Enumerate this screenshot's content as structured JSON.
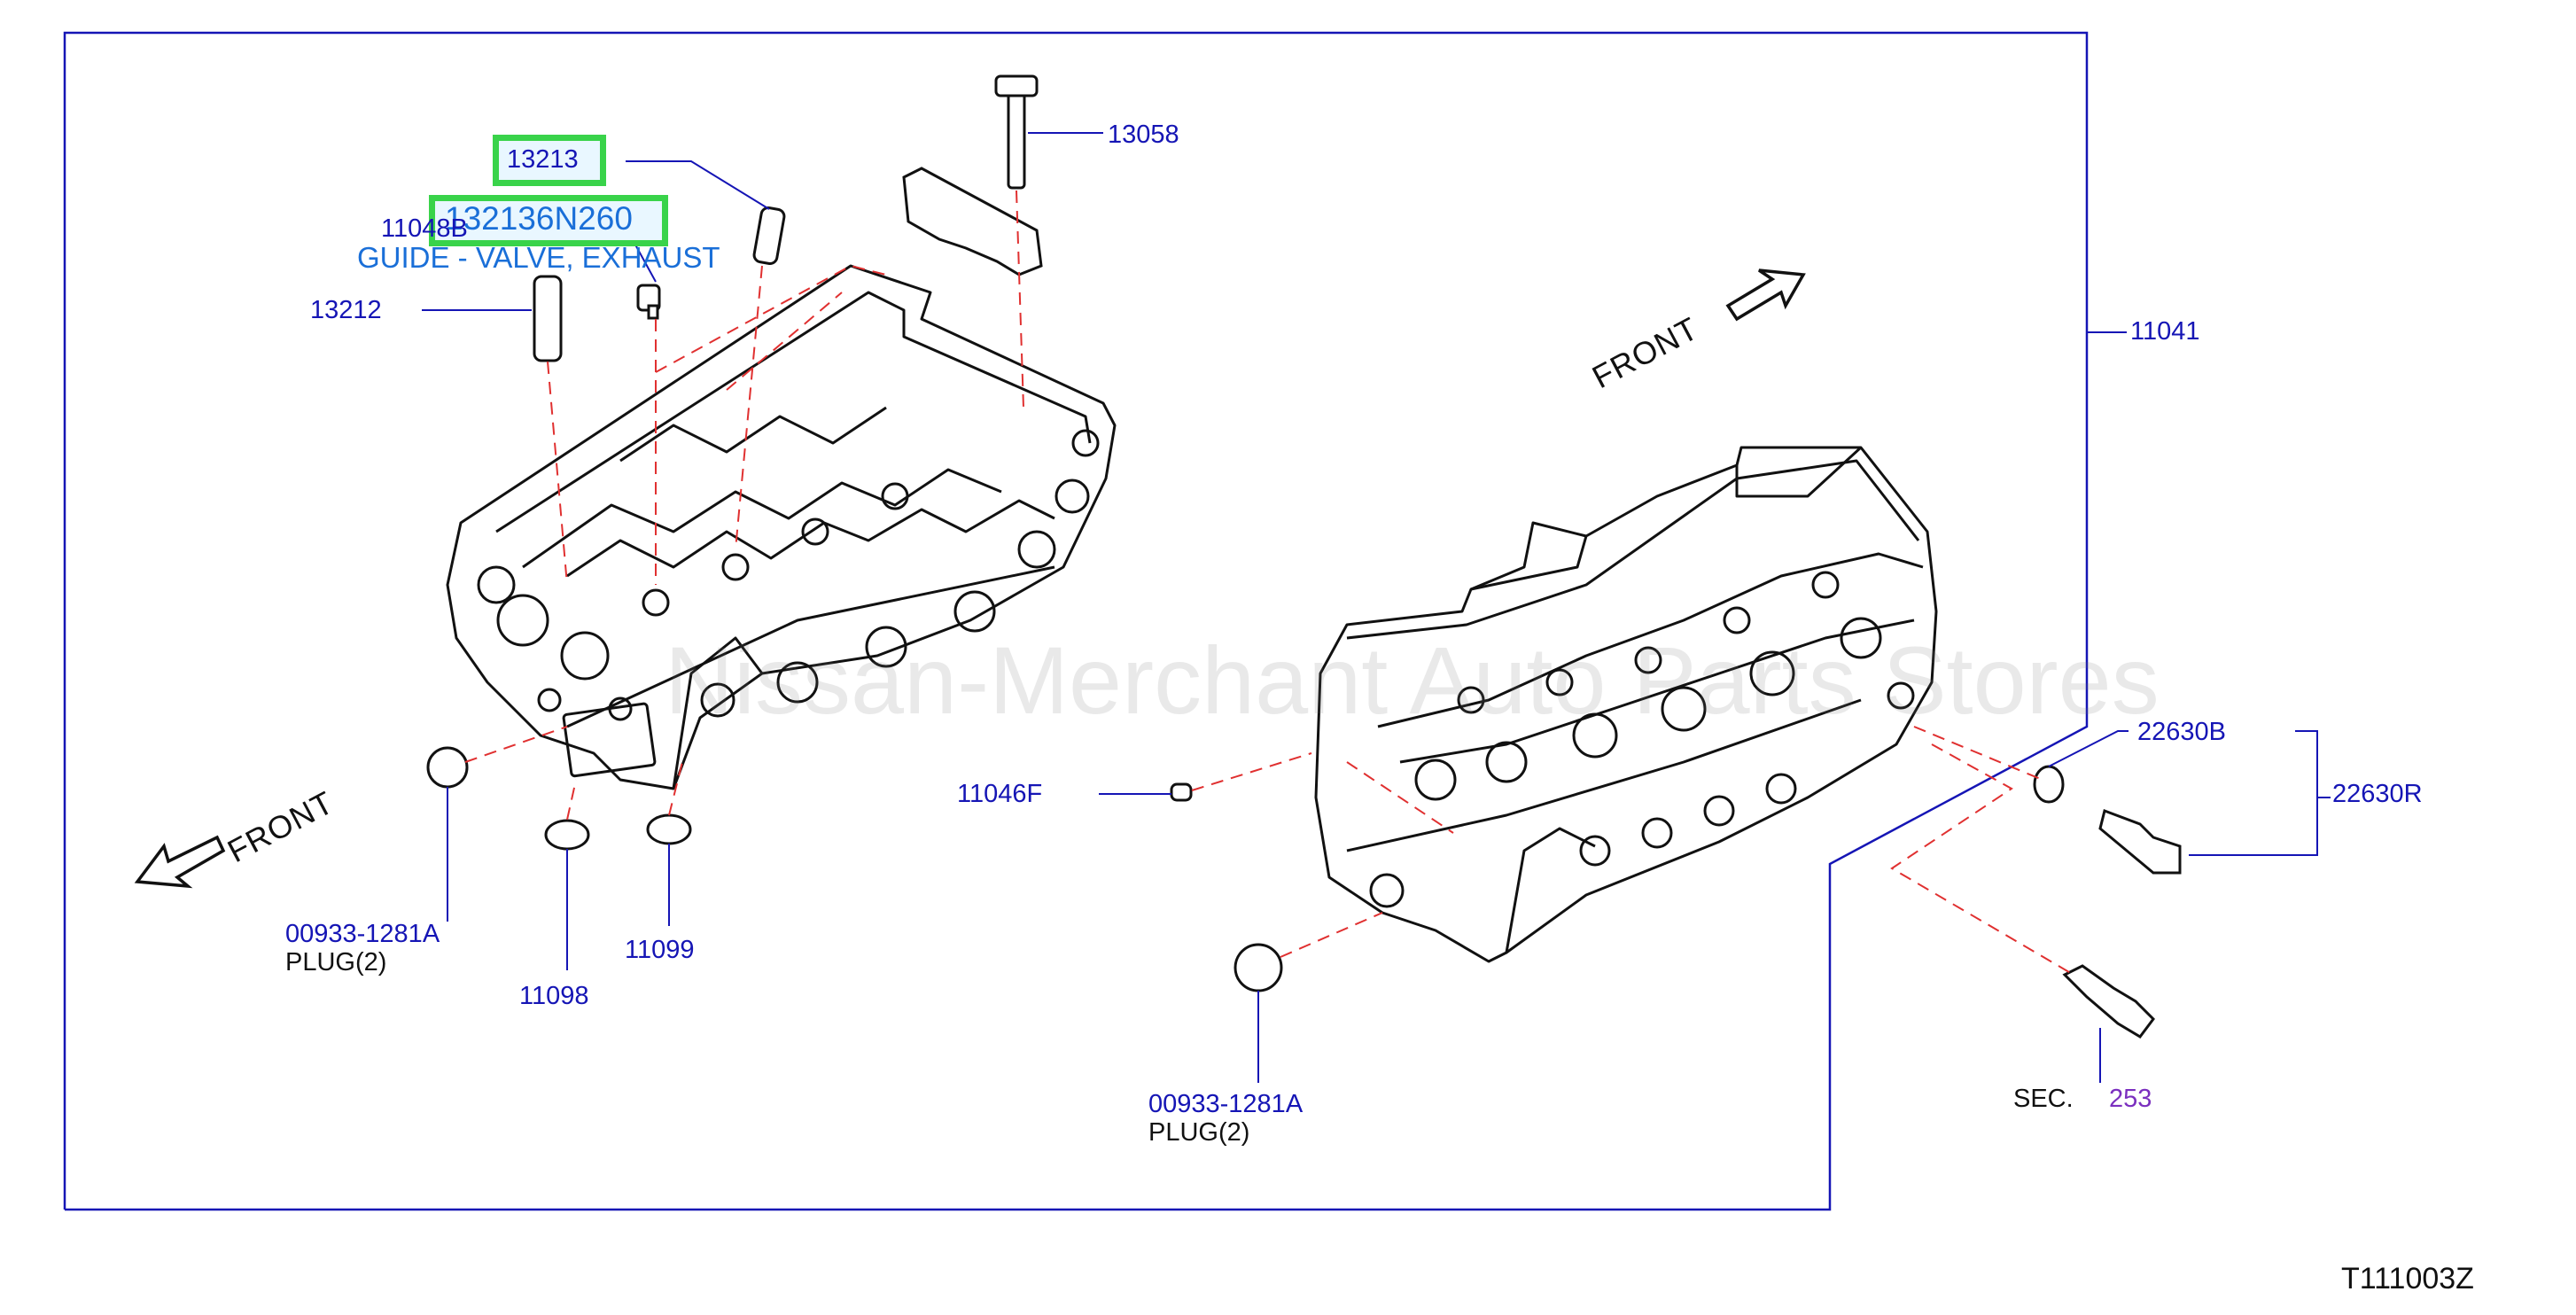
{
  "watermark": "Nissan-Merchant Auto Parts Stores",
  "diagram_code": "T111003Z",
  "front_labels": [
    "FRONT",
    "FRONT"
  ],
  "callouts": {
    "p13213": "13213",
    "p13058": "13058",
    "p132136N260": "132136N260",
    "guide_desc": "GUIDE - VALVE, EXHAUST",
    "p11048B": "11048B",
    "p13212": "13212",
    "p11041": "11041",
    "p22630B": "22630B",
    "p22630R": "22630R",
    "p11046F": "11046F",
    "p00933_left": "00933-1281A",
    "plug_left": "PLUG(2)",
    "p11098": "11098",
    "p11099": "11099",
    "p00933_right": "00933-1281A",
    "plug_right": "PLUG(2)",
    "sec_label": "SEC.",
    "sec_num": "253"
  },
  "colors": {
    "part_number": "#1515b5",
    "highlight_border": "#39d34a",
    "highlight_text": "#1a6fd8",
    "dash_line": "#e03030",
    "section_ref": "#7b2fbf"
  }
}
